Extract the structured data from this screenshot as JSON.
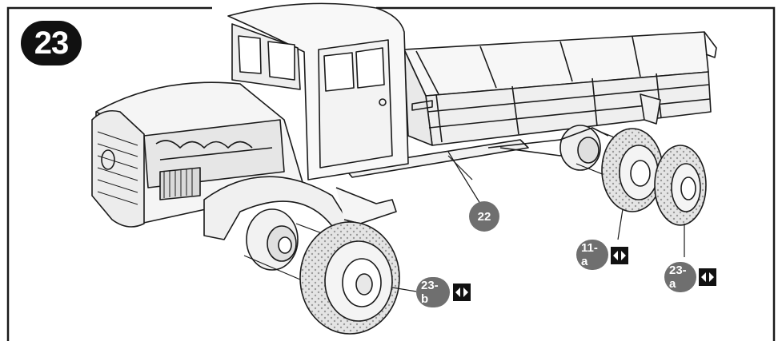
{
  "step": {
    "number": "23"
  },
  "callouts": [
    {
      "id": "c22",
      "label": "22"
    },
    {
      "id": "c11a",
      "label": "11-a",
      "flip": true
    },
    {
      "id": "c23a",
      "label": "23-a",
      "flip": true
    },
    {
      "id": "c23b",
      "label": "23-b",
      "flip": true
    }
  ],
  "icons": {
    "flip_icon": "flip-over-icon"
  },
  "colors": {
    "line": "#1a1a1a",
    "callout_fill": "#6f6f6f",
    "badge_fill": "#111111",
    "tire_fill": "#dcdcdc"
  }
}
